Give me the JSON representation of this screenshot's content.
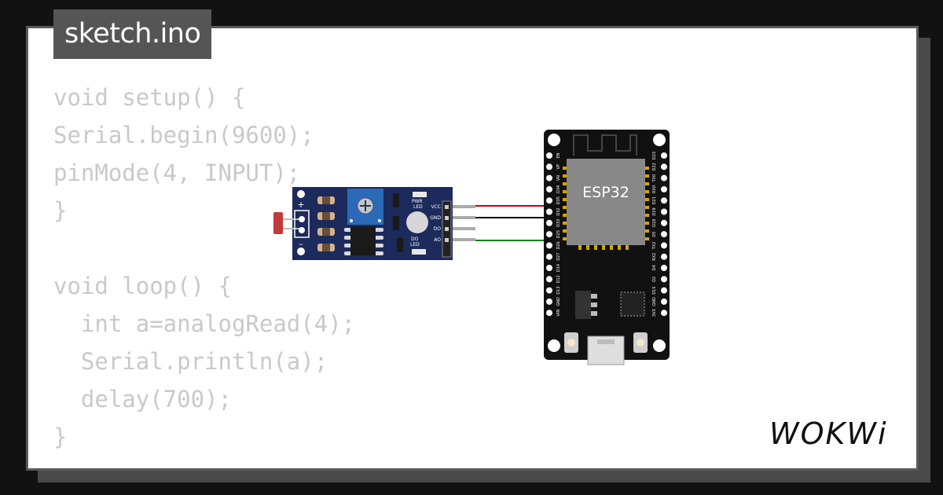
{
  "file_tab": {
    "title": "sketch.ino"
  },
  "code": {
    "lines": [
      "void setup() {",
      "Serial.begin(9600);",
      "pinMode(4, INPUT);",
      "}",
      "",
      "void loop() {",
      "  int a=analogRead(4);",
      "  Serial.println(a);",
      "  delay(700);",
      "}"
    ]
  },
  "sensor_module": {
    "pin_labels": [
      "VCC",
      "GND",
      "DO",
      "AO"
    ],
    "led_labels": [
      "PWR\nLED",
      "DO\nLED"
    ],
    "polarity_labels": [
      "+",
      "–"
    ]
  },
  "esp32": {
    "chip_label": "ESP32",
    "left_pins": [
      "EN",
      "VP",
      "VN",
      "D34",
      "D35",
      "D32",
      "D33",
      "D25",
      "D26",
      "D27",
      "D14",
      "D12",
      "D13",
      "GND",
      "VIN"
    ],
    "right_pins": [
      "D23",
      "D22",
      "TX0",
      "RX0",
      "D21",
      "D19",
      "D18",
      "D5",
      "TX2",
      "RX2",
      "D4",
      "D2",
      "D15",
      "GND",
      "3V3"
    ]
  },
  "wires": {
    "vcc": "#d40000",
    "gnd": "#000000",
    "ao": "#008000"
  },
  "colors": {
    "board": "#1c2a5c",
    "pot": "#2a6ab7",
    "esp_board": "#111111",
    "esp_module": "#888888"
  },
  "logo": {
    "text": "WOKWi"
  }
}
